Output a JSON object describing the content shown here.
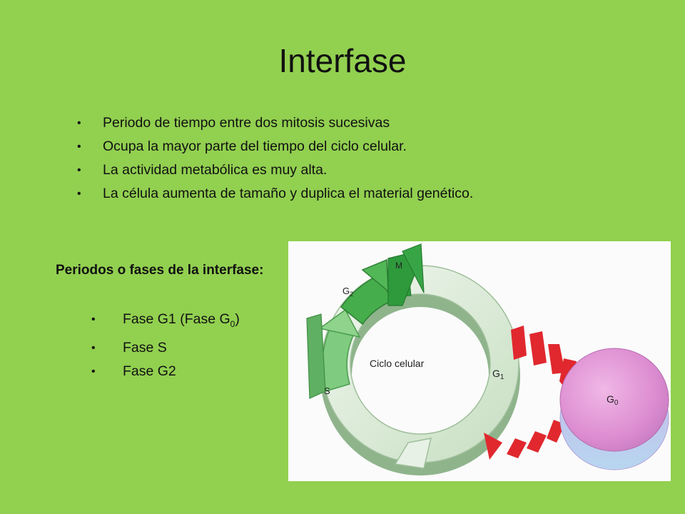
{
  "slide": {
    "title": "Interfase",
    "bullets": [
      "Periodo de tiempo entre dos mitosis sucesivas",
      "Ocupa la mayor parte del tiempo del ciclo celular.",
      "La actividad metabólica es muy alta.",
      "La célula aumenta de tamaño y duplica el material genético."
    ],
    "bullet_glyph": "•",
    "subtitle": "Periodos o fases de la interfase:",
    "phases": [
      {
        "text": "Fase G1 (Fase G",
        "sub": "0",
        "tail": ")"
      },
      {
        "text": "Fase S",
        "sub": "",
        "tail": ""
      },
      {
        "text": "Fase G2",
        "sub": "",
        "tail": ""
      }
    ]
  },
  "diagram": {
    "center_label": "Ciclo celular",
    "labels": {
      "m": "M",
      "g2": "G",
      "g2_sub": "2",
      "g1": "G",
      "g1_sub": "1",
      "s": "S",
      "g0": "G",
      "g0_sub": "0"
    },
    "colors": {
      "background": "#92d050",
      "dark_green": "#3aa144",
      "mid_green": "#66c06a",
      "light_ring": "#dcebd8",
      "ring_shadow": "#8fb48c",
      "red_arrow": "#e0282e",
      "g0_circle": "#e59ad6"
    }
  }
}
